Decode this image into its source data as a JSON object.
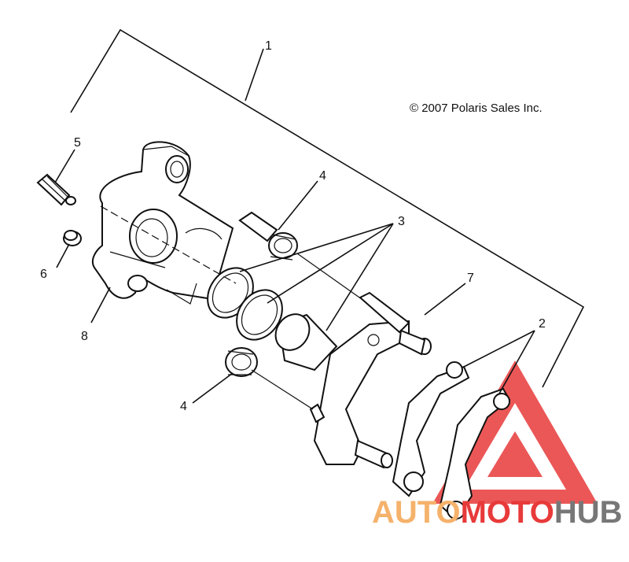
{
  "copyright": "© 2007 Polaris Sales Inc.",
  "callouts": [
    "1",
    "2",
    "3",
    "4",
    "4",
    "5",
    "6",
    "7",
    "8"
  ],
  "watermark": {
    "auto": "AUTO",
    "moto": "MOTO",
    "hub": "HUB"
  },
  "colors": {
    "watermark_orange": "#f5b26b",
    "watermark_red": "#e83a3a",
    "watermark_gray": "#777777"
  }
}
